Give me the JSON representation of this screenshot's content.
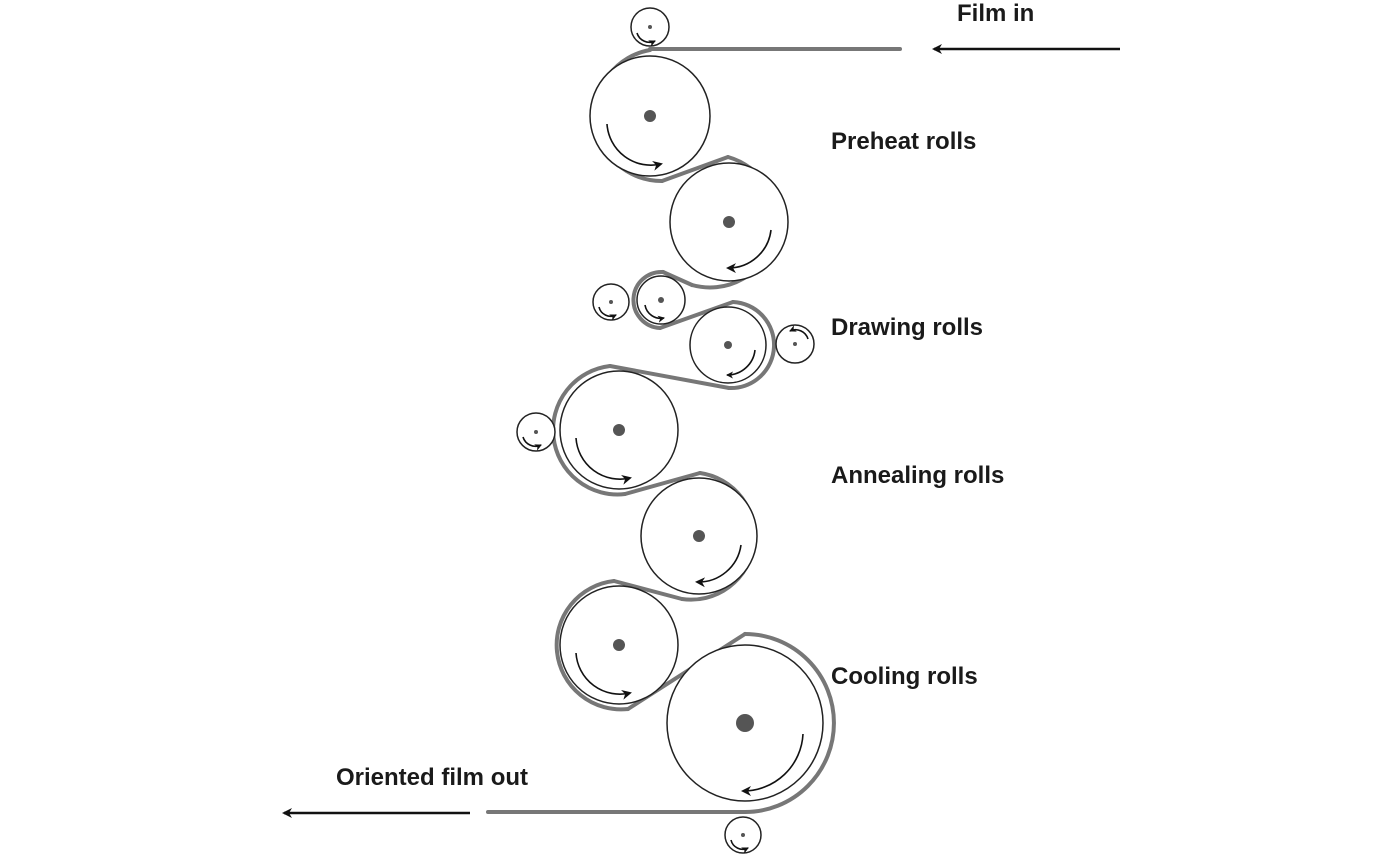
{
  "labels": {
    "film_in": "Film in",
    "preheat": "Preheat rolls",
    "drawing": "Drawing rolls",
    "annealing": "Annealing rolls",
    "cooling": "Cooling rolls",
    "film_out": "Oriented film out"
  },
  "colors": {
    "film": "#777777",
    "roll_outline": "#222222",
    "hub": "#555555",
    "arrow": "#111111"
  }
}
